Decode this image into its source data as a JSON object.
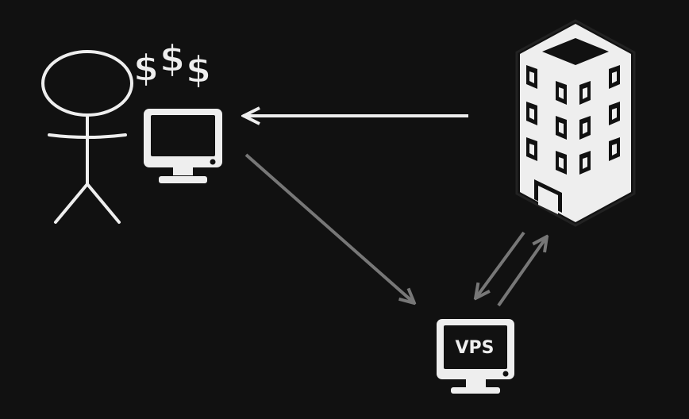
{
  "diagram": {
    "money_symbols": [
      "$",
      "$",
      "$"
    ],
    "vps_label": "VPS",
    "colors": {
      "background": "#111111",
      "foreground": "#eeeeee",
      "secondary_arrow": "#777777"
    },
    "nodes": [
      "person",
      "user-computer",
      "corporate-building",
      "vps-server"
    ],
    "edges": [
      {
        "from": "corporate-building",
        "to": "user-computer"
      },
      {
        "from": "user-computer",
        "to": "vps-server"
      },
      {
        "from": "vps-server",
        "to": "corporate-building"
      },
      {
        "from": "corporate-building",
        "to": "vps-server"
      }
    ]
  }
}
